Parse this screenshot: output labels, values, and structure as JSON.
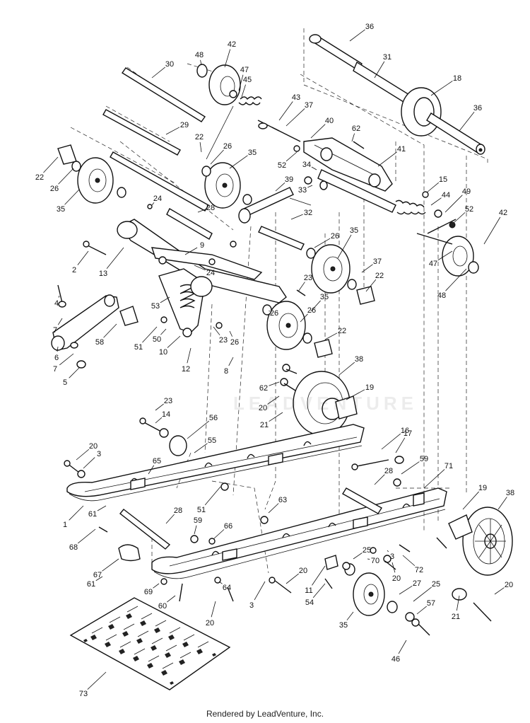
{
  "footer": "Rendered by LeadVenture, Inc.",
  "watermark": "LEADVENTURE",
  "callouts": [
    "36",
    "31",
    "18",
    "36",
    "48",
    "42",
    "47",
    "45",
    "30",
    "43",
    "37",
    "40",
    "62",
    "41",
    "29",
    "22",
    "26",
    "35",
    "52",
    "34",
    "39",
    "33",
    "15",
    "44",
    "49",
    "52",
    "42",
    "22",
    "26",
    "35",
    "24",
    "28",
    "32",
    "26",
    "35",
    "2",
    "13",
    "9",
    "24",
    "26",
    "37",
    "47",
    "48",
    "22",
    "23",
    "4",
    "53",
    "35",
    "26",
    "22",
    "7",
    "58",
    "51",
    "50",
    "23",
    "26",
    "6",
    "10",
    "12",
    "8",
    "7",
    "5",
    "38",
    "62",
    "19",
    "20",
    "21",
    "23",
    "14",
    "56",
    "16",
    "17",
    "55",
    "65",
    "28",
    "59",
    "71",
    "19",
    "38",
    "20",
    "3",
    "51",
    "63",
    "1",
    "61",
    "28",
    "59",
    "66",
    "68",
    "25",
    "70",
    "3",
    "67",
    "20",
    "72",
    "20",
    "11",
    "27",
    "25",
    "20",
    "69",
    "61",
    "64",
    "3",
    "54",
    "57",
    "21",
    "60",
    "35",
    "20",
    "46",
    "73"
  ]
}
